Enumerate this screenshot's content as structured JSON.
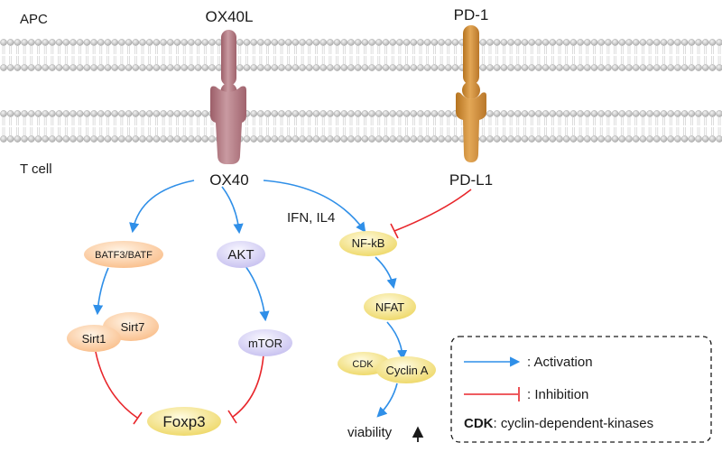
{
  "labels": {
    "apc": "APC",
    "t_cell": "T cell",
    "ox40l": "OX40L",
    "pd1": "PD-1",
    "ox40": "OX40",
    "pdl1": "PD-L1",
    "ifn_il4": "IFN, IL4"
  },
  "nodes": {
    "batf": "BATF3/BATF",
    "akt": "AKT",
    "nfkb": "NF-kB",
    "sirt1": "Sirt1",
    "sirt7": "Sirt7",
    "mtor": "mTOR",
    "nfat": "NFAT",
    "cdk": "CDK",
    "cyclin_a": "Cyclin A",
    "foxp3": "Foxp3",
    "viability": "viability"
  },
  "legend": {
    "activation": ": Activation",
    "inhibition": ": Inhibition",
    "cdk_abbr": "CDK",
    "cdk_def": ": cyclin-dependent-kinases"
  },
  "colors": {
    "activation": "#2f8fe8",
    "inhibition": "#e8262b",
    "ox40l": "#b97882",
    "pd1": "#c98a3a",
    "membrane": "#c4c4c4",
    "node_orange": "#fbc690",
    "node_purple": "#cfcaf0",
    "node_yellow": "#f1de7a"
  }
}
